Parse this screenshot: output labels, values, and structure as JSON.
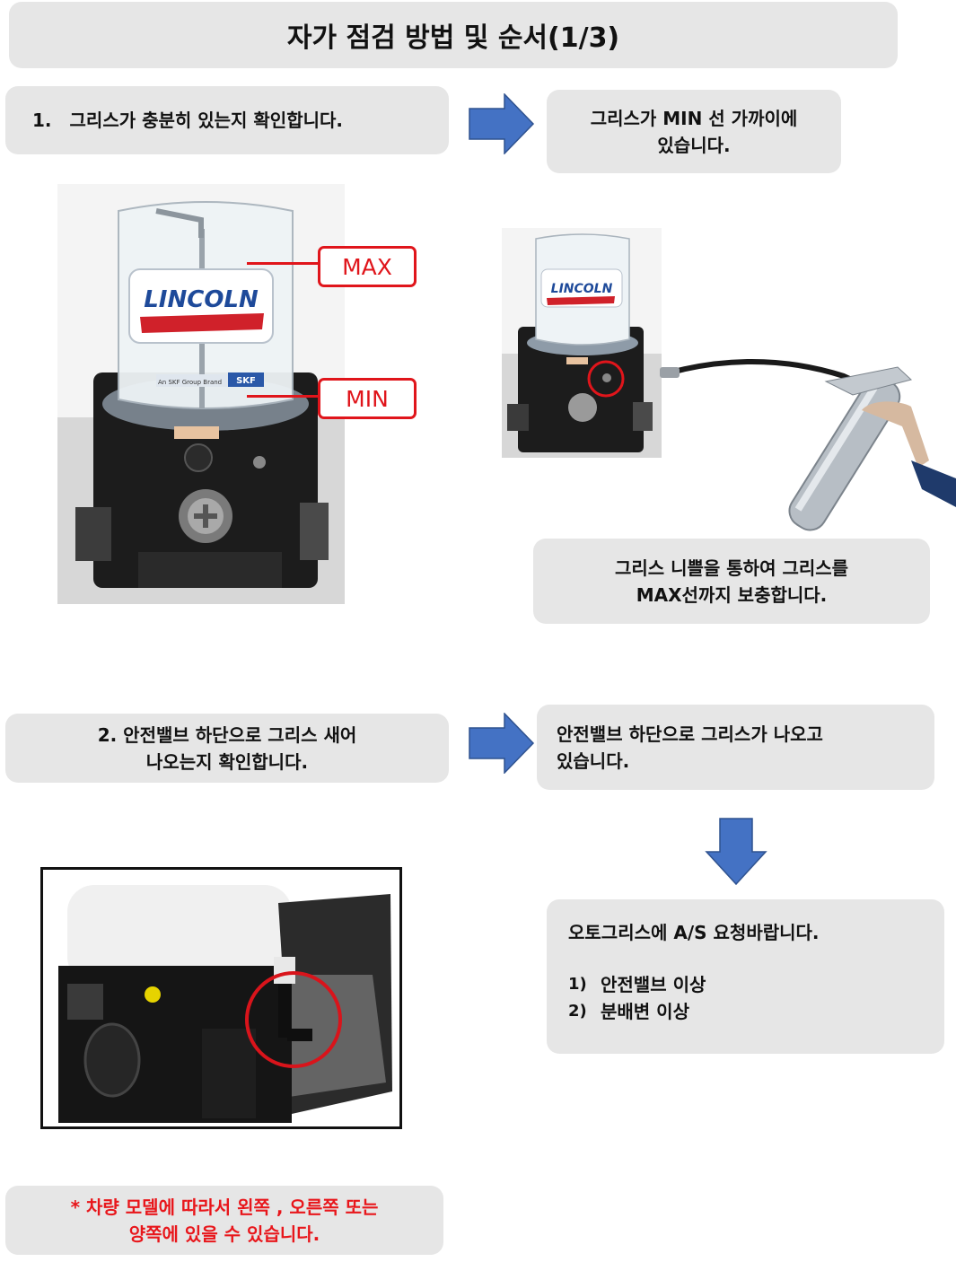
{
  "title": "자가 점검 방법 및 순서(1/3)",
  "step1": {
    "number": "1.",
    "text": "그리스가 충분히 있는지 확인합니다.",
    "result_line1": "그리스가 MIN 선 가까이에",
    "result_line2": "있습니다.",
    "refill_line1": "그리스 니쁠을 통하여 그리스를",
    "refill_line2": "MAX선까지 보충합니다."
  },
  "pump_labels": {
    "max": "MAX",
    "min": "MIN"
  },
  "pump_branding": {
    "brand": "LINCOLN",
    "sub_brand": "SKF",
    "group_text": "An SKF Group Brand"
  },
  "step2": {
    "line1": "2. 안전밸브 하단으로 그리스 새어",
    "line2": "나오는지 확인합니다.",
    "result_line1": "안전밸브 하단으로 그리스가 나오고",
    "result_line2": "있습니다."
  },
  "service": {
    "heading": "오토그리스에 A/S 요청바랍니다.",
    "items": [
      {
        "num": "1)",
        "text": "안전밸브 이상"
      },
      {
        "num": "2)",
        "text": "분배변 이상"
      }
    ]
  },
  "note": {
    "line1": "* 차량 모델에 따라서 왼쪽 , 오른쪽 또는",
    "line2": "양쪽에 있을 수 있습니다."
  },
  "colors": {
    "box_bg": "#e6e6e6",
    "arrow": "#4472c4",
    "highlight_red": "#e0151b"
  }
}
